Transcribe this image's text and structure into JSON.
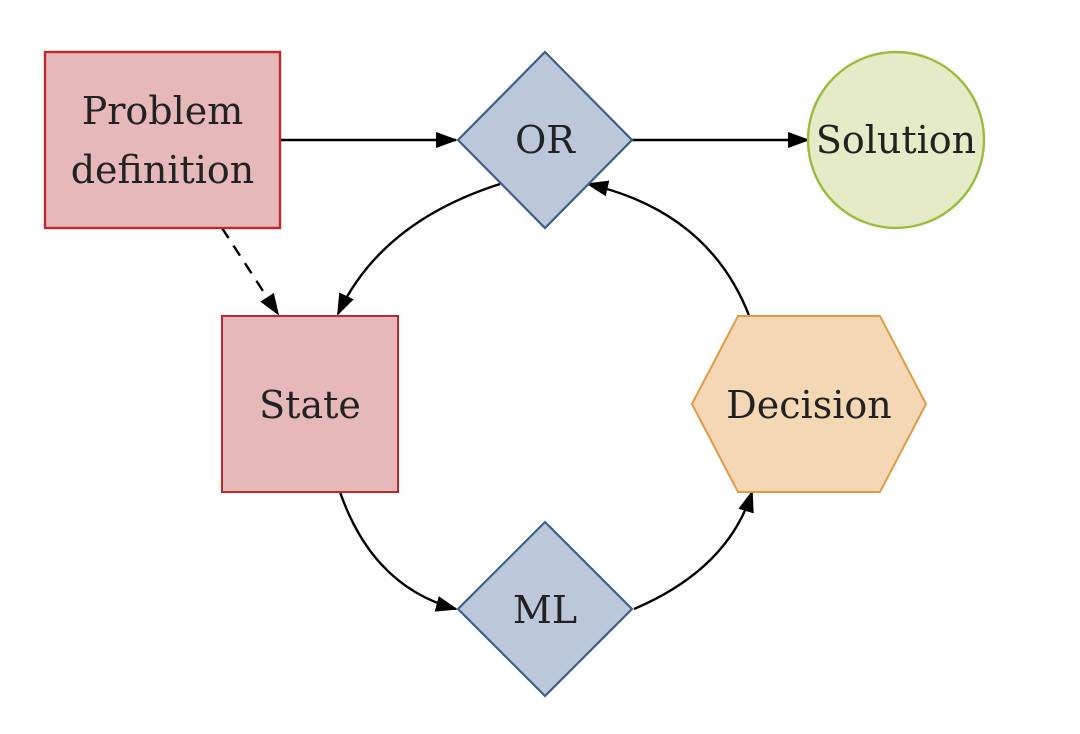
{
  "nodes": {
    "problem": {
      "lines": [
        "Problem",
        "definition"
      ],
      "shape": "rectangle",
      "fill": "#E6B8B9",
      "stroke": "#C0282D"
    },
    "or": {
      "label": "OR",
      "shape": "diamond",
      "fill": "#BCC8D9",
      "stroke": "#3D5F8C"
    },
    "solution": {
      "label": "Solution",
      "shape": "circle",
      "fill": "#E4EBC6",
      "stroke": "#97BE3A"
    },
    "state": {
      "label": "State",
      "shape": "rectangle",
      "fill": "#E6B8B9",
      "stroke": "#C0282D"
    },
    "decision": {
      "label": "Decision",
      "shape": "hexagon",
      "fill": "#F4D7B5",
      "stroke": "#E39A45"
    },
    "ml": {
      "label": "ML",
      "shape": "diamond",
      "fill": "#BCC8D9",
      "stroke": "#3D5F8C"
    }
  },
  "edges": [
    {
      "from": "problem",
      "to": "or",
      "style": "solid"
    },
    {
      "from": "or",
      "to": "solution",
      "style": "solid"
    },
    {
      "from": "problem",
      "to": "state",
      "style": "dashed"
    },
    {
      "from": "or",
      "to": "state",
      "style": "solid"
    },
    {
      "from": "state",
      "to": "ml",
      "style": "solid"
    },
    {
      "from": "ml",
      "to": "decision",
      "style": "solid"
    },
    {
      "from": "decision",
      "to": "or",
      "style": "solid"
    }
  ]
}
